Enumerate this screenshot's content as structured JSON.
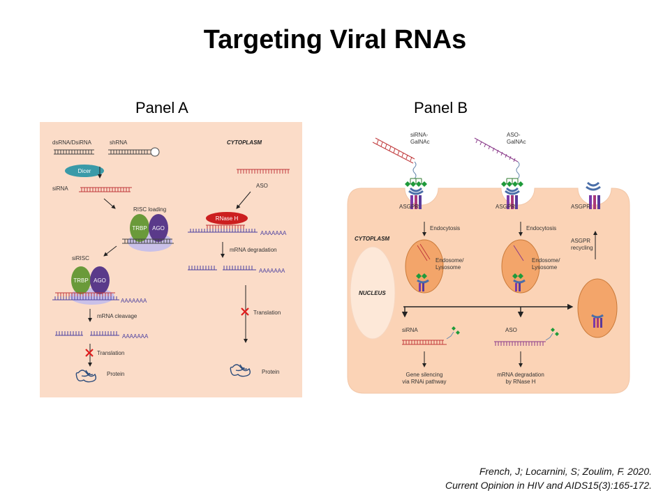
{
  "slide": {
    "title": "Targeting Viral RNAs",
    "panel_a_label": "Panel A",
    "panel_b_label": "Panel B",
    "citation_line1": "French, J; Locarnini, S; Zoulim, F. 2020.",
    "citation_line2": "Current Opinion in HIV and AIDS15(3):165-172."
  },
  "panel_a": {
    "dsrna": "dsRNA/DsiRNA",
    "shrna": "shRNA",
    "dicer": "Dicer",
    "sirna": "siRNA",
    "risc_loading": "RISC loading",
    "trbp": "TRBP",
    "ago": "AGO",
    "sirisc": "siRISC",
    "poly_a": "AAAAAAA",
    "mrna_cleavage": "mRNA cleavage",
    "translation": "Translation",
    "protein": "Protein",
    "cytoplasm": "CYTOPLASM",
    "aso": "ASO",
    "rnase_h": "RNase H",
    "mrna_degradation": "mRNA degradation",
    "translation_right": "Translation",
    "protein_right": "Protein"
  },
  "panel_b": {
    "sirna_galnac": [
      "siRNA-",
      "GalNAc"
    ],
    "aso_galnac": [
      "ASO-",
      "GalNAc"
    ],
    "asgpr_1": "ASGPR",
    "asgpr_2": "ASGPR",
    "asgpr_3": "ASGPR",
    "endocytosis_1": "Endocytosis",
    "endocytosis_2": "Endocytosis",
    "cytoplasm": "CYTOPLASM",
    "nucleus": "NUCLEUS",
    "endosome_1": [
      "Endosome/",
      "Lysosome"
    ],
    "endosome_2": [
      "Endosome/",
      "Lysosome"
    ],
    "asgpr_recycling": [
      "ASGPR",
      "recycling"
    ],
    "sirna": "siRNA",
    "aso": "ASO",
    "gene_silencing": [
      "Gene silencing",
      "via RNAi pathway"
    ],
    "mrna_degradation": [
      "mRNA degradation",
      "by RNase H"
    ]
  },
  "colors": {
    "panel_a_bg": "#fbdcc8",
    "cell_fill": "#fbd3b6",
    "sirna_red": "#c0393b",
    "mrna_blue": "#4a3f9f",
    "trbp_green": "#6a9a3a",
    "ago_purple": "#5a3a8a",
    "dicer_teal": "#3a9aa8",
    "rnase_red": "#cc1f1f",
    "endosome_orange": "#f3a56a"
  }
}
